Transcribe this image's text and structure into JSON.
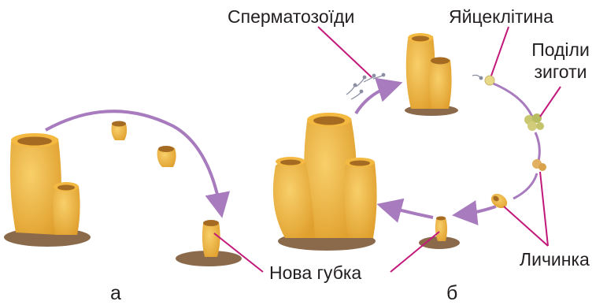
{
  "labels": {
    "sperm": "Сперматозоїди",
    "egg": "Яйцеклітина",
    "zygote_line1": "Поділи",
    "zygote_line2": "зиготи",
    "new_sponge": "Нова губка",
    "larva": "Личинка"
  },
  "panel_labels": {
    "a": "а",
    "b": "б"
  },
  "colors": {
    "arrow": "#a77bbd",
    "leader": "#c2187a",
    "sponge_body": "#f3b940",
    "sponge_shade": "#d99628",
    "sponge_inner": "#a56b22",
    "ground": "#8b6a4c",
    "egg": "#e8d98a",
    "zygote": "#c9c770"
  },
  "icons": [
    "sponge-icon",
    "sponge-bud-icon",
    "sperm-cells-icon",
    "egg-cell-icon",
    "zygote-icon",
    "larva-icon"
  ]
}
